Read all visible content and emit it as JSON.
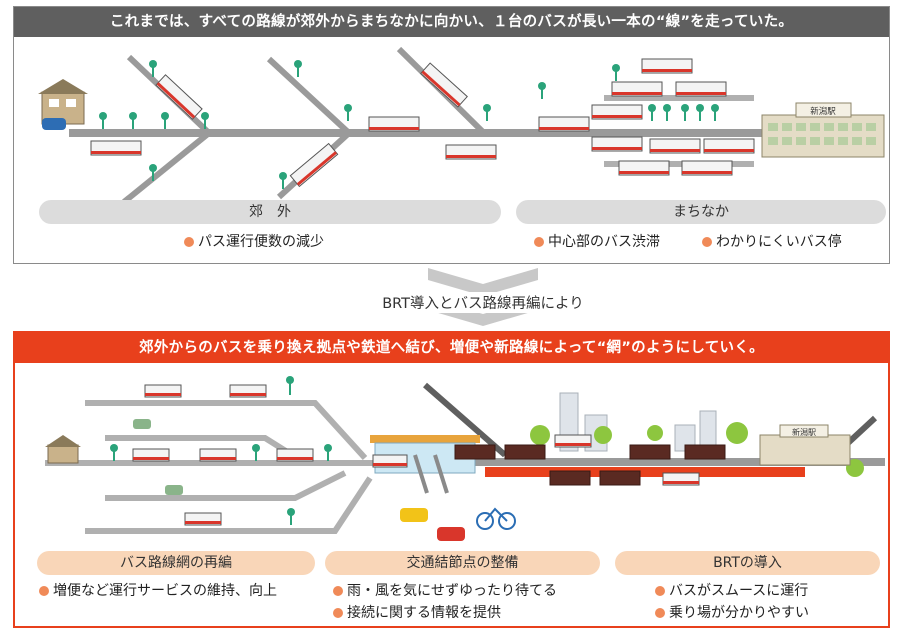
{
  "top": {
    "banner": "これまでは、すべての路線が郊外からまちなかに向かい、１台のバスが長い一本の“線”を走っていた。",
    "station_sign": "新潟駅",
    "left_pill": "郊　外",
    "right_pill": "まちなか",
    "left_notes": [
      "パス運行便数の減少"
    ],
    "right_notes": [
      "中心部のバス渋滞",
      "わかりにくいバス停"
    ]
  },
  "middle": {
    "caption": "BRT導入とバス路線再編により"
  },
  "bottom": {
    "banner": "郊外からのバスを乗り換え拠点や鉄道へ結び、増便や新路線によって“網”のようにしていく。",
    "station_sign": "新潟駅",
    "pills": [
      "バス路線網の再編",
      "交通結節点の整備",
      "BRTの導入"
    ],
    "notes_1": [
      "増便など運行サービスの維持、向上"
    ],
    "notes_2": [
      "雨・風を気にせずゆったり待てる",
      "接続に関する情報を提供"
    ],
    "notes_3": [
      "バスがスムースに運行",
      "乗り場が分かりやすい"
    ]
  },
  "colors": {
    "bus_stripe": "#d9362b",
    "brt_lane": "#e8401c",
    "road": "#9a9a9a",
    "tree": "#8dc63f",
    "stop_pole": "#2aa37a"
  }
}
